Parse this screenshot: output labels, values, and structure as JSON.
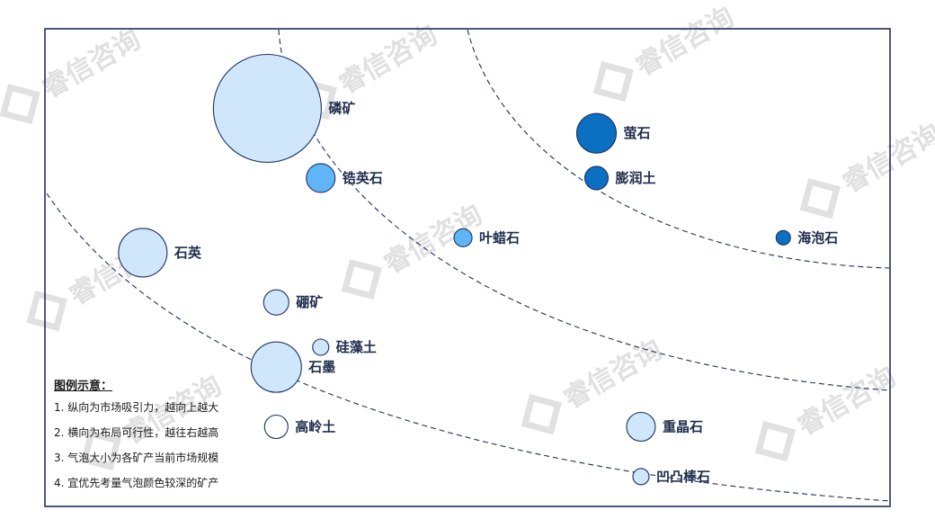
{
  "chart_data": {
    "type": "bubble",
    "title": "",
    "xlabel": "",
    "ylabel": "",
    "points": [
      {
        "label": "磷矿",
        "x": 2.5,
        "y": 8.0,
        "size": 60,
        "color": "#cfe6fb"
      },
      {
        "label": "锆英石",
        "x": 3.1,
        "y": 6.6,
        "size": 16,
        "color": "#5fb5f5"
      },
      {
        "label": "萤石",
        "x": 6.2,
        "y": 7.5,
        "size": 22,
        "color": "#0b6fc2"
      },
      {
        "label": "膨润土",
        "x": 6.2,
        "y": 6.6,
        "size": 13,
        "color": "#0b6fc2"
      },
      {
        "label": "叶蜡石",
        "x": 4.7,
        "y": 5.4,
        "size": 10,
        "color": "#5fb5f5"
      },
      {
        "label": "海泡石",
        "x": 8.3,
        "y": 5.4,
        "size": 8,
        "color": "#0b6fc2"
      },
      {
        "label": "石英",
        "x": 1.1,
        "y": 5.1,
        "size": 27,
        "color": "#cfe6fb"
      },
      {
        "label": "硼矿",
        "x": 2.6,
        "y": 4.1,
        "size": 14,
        "color": "#cfe6fb"
      },
      {
        "label": "硅藻土",
        "x": 3.1,
        "y": 3.2,
        "size": 9,
        "color": "#cfe6fb"
      },
      {
        "label": "石墨",
        "x": 2.6,
        "y": 2.8,
        "size": 28,
        "color": "#cfe6fb"
      },
      {
        "label": "高岭土",
        "x": 2.6,
        "y": 1.6,
        "size": 13,
        "color": "#ffffff"
      },
      {
        "label": "重晶石",
        "x": 6.7,
        "y": 1.6,
        "size": 16,
        "color": "#cfe6fb"
      },
      {
        "label": "凹凸棒石",
        "x": 6.7,
        "y": 0.6,
        "size": 9,
        "color": "#cfe6fb"
      }
    ],
    "xlim": [
      0,
      9.5
    ],
    "ylim": [
      0,
      9.6
    ],
    "grid": false,
    "legend_position": "bottom-left"
  },
  "legend": {
    "title": "图例示意：",
    "lines": [
      "1. 纵向为市场吸引力，越向上越大",
      "2. 横向为布局可行性，越往右越高",
      "3. 气泡大小为各矿产当前市场规模",
      "4. 宜优先考量气泡颜色较深的矿产"
    ]
  },
  "watermark": {
    "text": "睿信咨询"
  },
  "colors": {
    "frame": "#1f3060",
    "bubble_stroke": "#1f3060",
    "arc": "#1f3060"
  }
}
